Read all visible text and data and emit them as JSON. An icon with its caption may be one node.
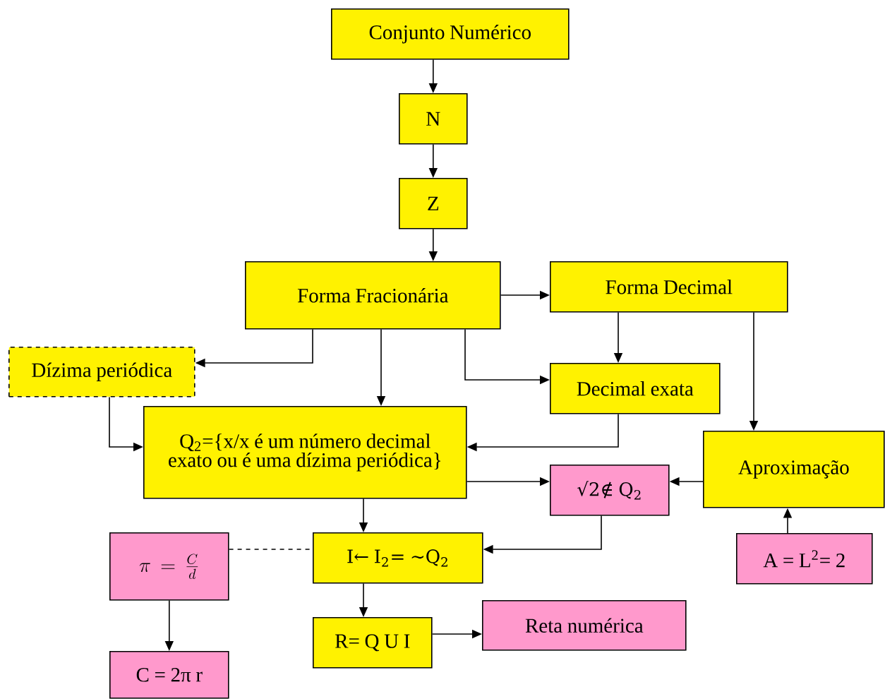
{
  "diagram": {
    "nodes": [
      {
        "text": [
          "Conjunto Numérico"
        ]
      },
      {
        "text": [
          "N"
        ]
      },
      {
        "text": [
          "Z"
        ]
      },
      {
        "text": [
          "Forma Fracionária"
        ]
      },
      {
        "text": [
          "Forma Decimal"
        ]
      },
      {
        "text": [
          "Dízima periódica"
        ]
      },
      {
        "text": [
          "Decimal exata"
        ]
      },
      {
        "text": [
          "Q$_{2}$={x/x é um número decimal exato ou é uma dízima periódica}"
        ]
      },
      {
        "text": [
          "Aproximação"
        ]
      },
      {
        "text": [
          "√2∉ Q$_{2}$"
        ]
      },
      {
        "text": [
          "\\pi = \\frac{C}{d}"
        ]
      },
      {
        "text": [
          "I← I$_{2}$= ~Q$_{2}$"
        ]
      },
      {
        "text": [
          "A = L$^{2}$= 2"
        ]
      },
      {
        "text": [
          "R= Q U I"
        ]
      },
      {
        "text": [
          "Reta numérica"
        ]
      },
      {
        "text": [
          "C = 2π r"
        ]
      }
    ],
    "edges": [
      {
        "from": 0,
        "to": 1,
        "arrow": "to"
      },
      {
        "from": 1,
        "to": 2,
        "arrow": "to"
      },
      {
        "from": 2,
        "to": 3,
        "arrow": "to"
      },
      {
        "from": 3,
        "to": 4,
        "arrow": "to"
      },
      {
        "from": 3,
        "to": 5,
        "arrow": "to"
      },
      {
        "from": 3,
        "to": 7,
        "arrow": "to"
      },
      {
        "from": 3,
        "to": 6,
        "arrow": "to"
      },
      {
        "from": 4,
        "to": 6,
        "arrow": "to"
      },
      {
        "from": 4,
        "to": 8,
        "arrow": "to"
      },
      {
        "from": 5,
        "to": 7,
        "arrow": "to"
      },
      {
        "from": 6,
        "to": 7,
        "arrow": "to"
      },
      {
        "from": 7,
        "to": 9,
        "arrow": "to"
      },
      {
        "from": 8,
        "to": 9,
        "arrow": "to"
      },
      {
        "from": 9,
        "to": 11,
        "arrow": "to"
      },
      {
        "from": 7,
        "to": 11,
        "arrow": "to"
      },
      {
        "from": 10,
        "to": 11,
        "arrow": "none",
        "style": "dashed"
      },
      {
        "from": 12,
        "to": 8,
        "arrow": "to"
      },
      {
        "from": 11,
        "to": 13,
        "arrow": "to"
      },
      {
        "from": 13,
        "to": 14,
        "arrow": "to"
      },
      {
        "from": 10,
        "to": 15,
        "arrow": "to"
      }
    ]
  }
}
